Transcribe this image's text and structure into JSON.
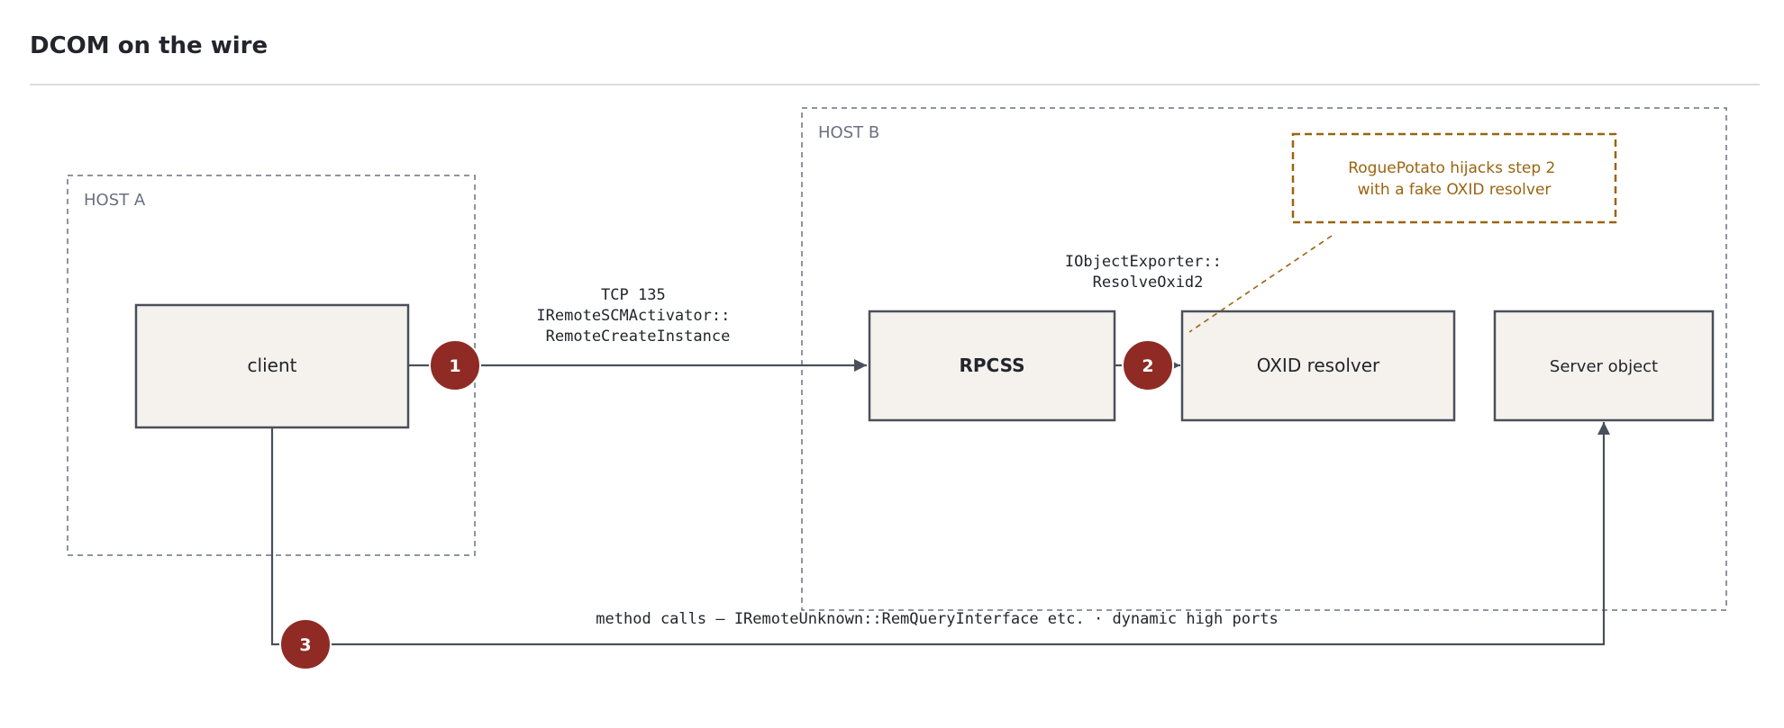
{
  "title": "DCOM on the wire",
  "hosts": {
    "a": {
      "label": "HOST A"
    },
    "b": {
      "label": "HOST B"
    }
  },
  "nodes": {
    "client": "client",
    "rpcss": "RPCSS",
    "oxid": "OXID resolver",
    "server": "Server object"
  },
  "steps": {
    "s1": {
      "number": "1",
      "lines": [
        "TCP 135",
        "IRemoteSCMActivator::",
        "RemoteCreateInstance"
      ]
    },
    "s2": {
      "number": "2",
      "lines": [
        "IObjectExporter::",
        "ResolveOxid2"
      ]
    },
    "s3": {
      "number": "3",
      "label": "method calls — IRemoteUnknown::RemQueryInterface etc. · dynamic high ports"
    }
  },
  "note": {
    "lines": [
      "RoguePotato hijacks step 2",
      "with a fake OXID resolver"
    ]
  },
  "colors": {
    "badge": "#8f2b24",
    "note": "#9a6410",
    "line": "#4a505b",
    "box_fill": "#f5f2ed",
    "host_border": "#6b7080"
  }
}
